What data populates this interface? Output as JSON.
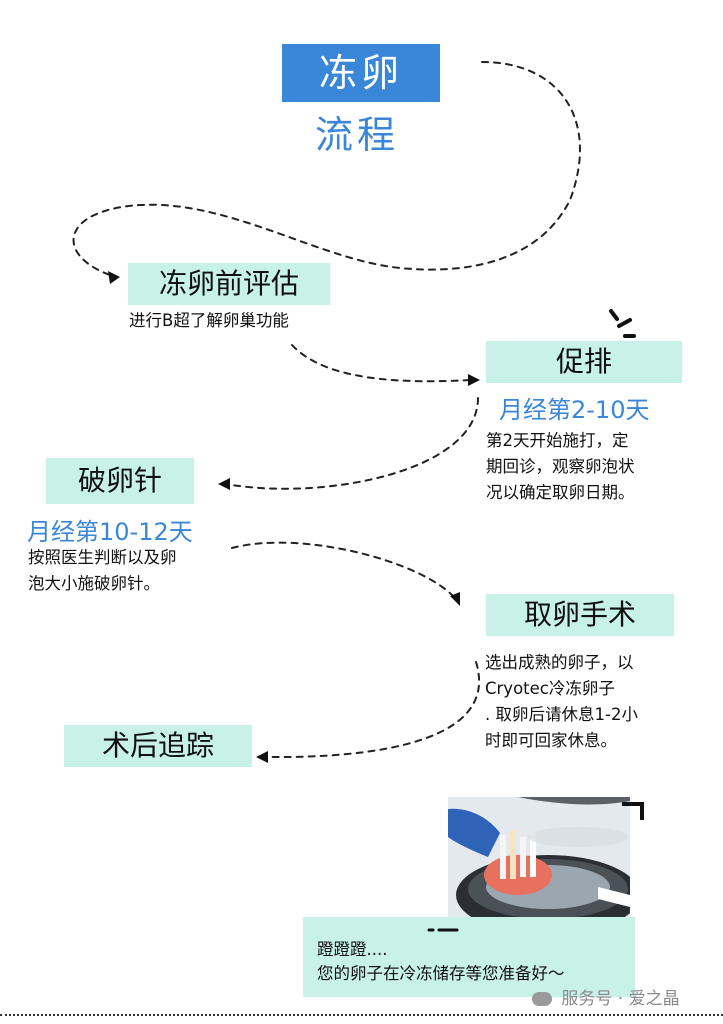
{
  "title": {
    "line1": "冻卵",
    "line2": "流程"
  },
  "steps": [
    {
      "title": "冻卵前评估",
      "desc": "进行B超了解卵巢功能"
    },
    {
      "title": "促排",
      "period": "月经第2-10天",
      "desc_lines": [
        "第2天开始施打，定",
        "期回诊，观察卵泡状",
        "况以确定取卵日期。"
      ]
    },
    {
      "title": "破卵针",
      "period": "月经第10-12天",
      "desc_lines": [
        "按照医生判断以及卵",
        "泡大小施破卵针。"
      ]
    },
    {
      "title": "取卵手术",
      "desc_lines": [
        "选出成熟的卵子，以",
        "Cryotec冷冻卵子",
        ". 取卵后请休息1-2小",
        "时即可回家休息。"
      ]
    },
    {
      "title": "术后追踪"
    }
  ],
  "note": {
    "line1": "蹬蹬蹬....",
    "line2": "您的卵子在冷冻储存等您准备好～"
  },
  "watermark": "服务号 · 爱之晶",
  "colors": {
    "accent_blue": "#3a86d8",
    "mint": "#c8f1e7"
  }
}
